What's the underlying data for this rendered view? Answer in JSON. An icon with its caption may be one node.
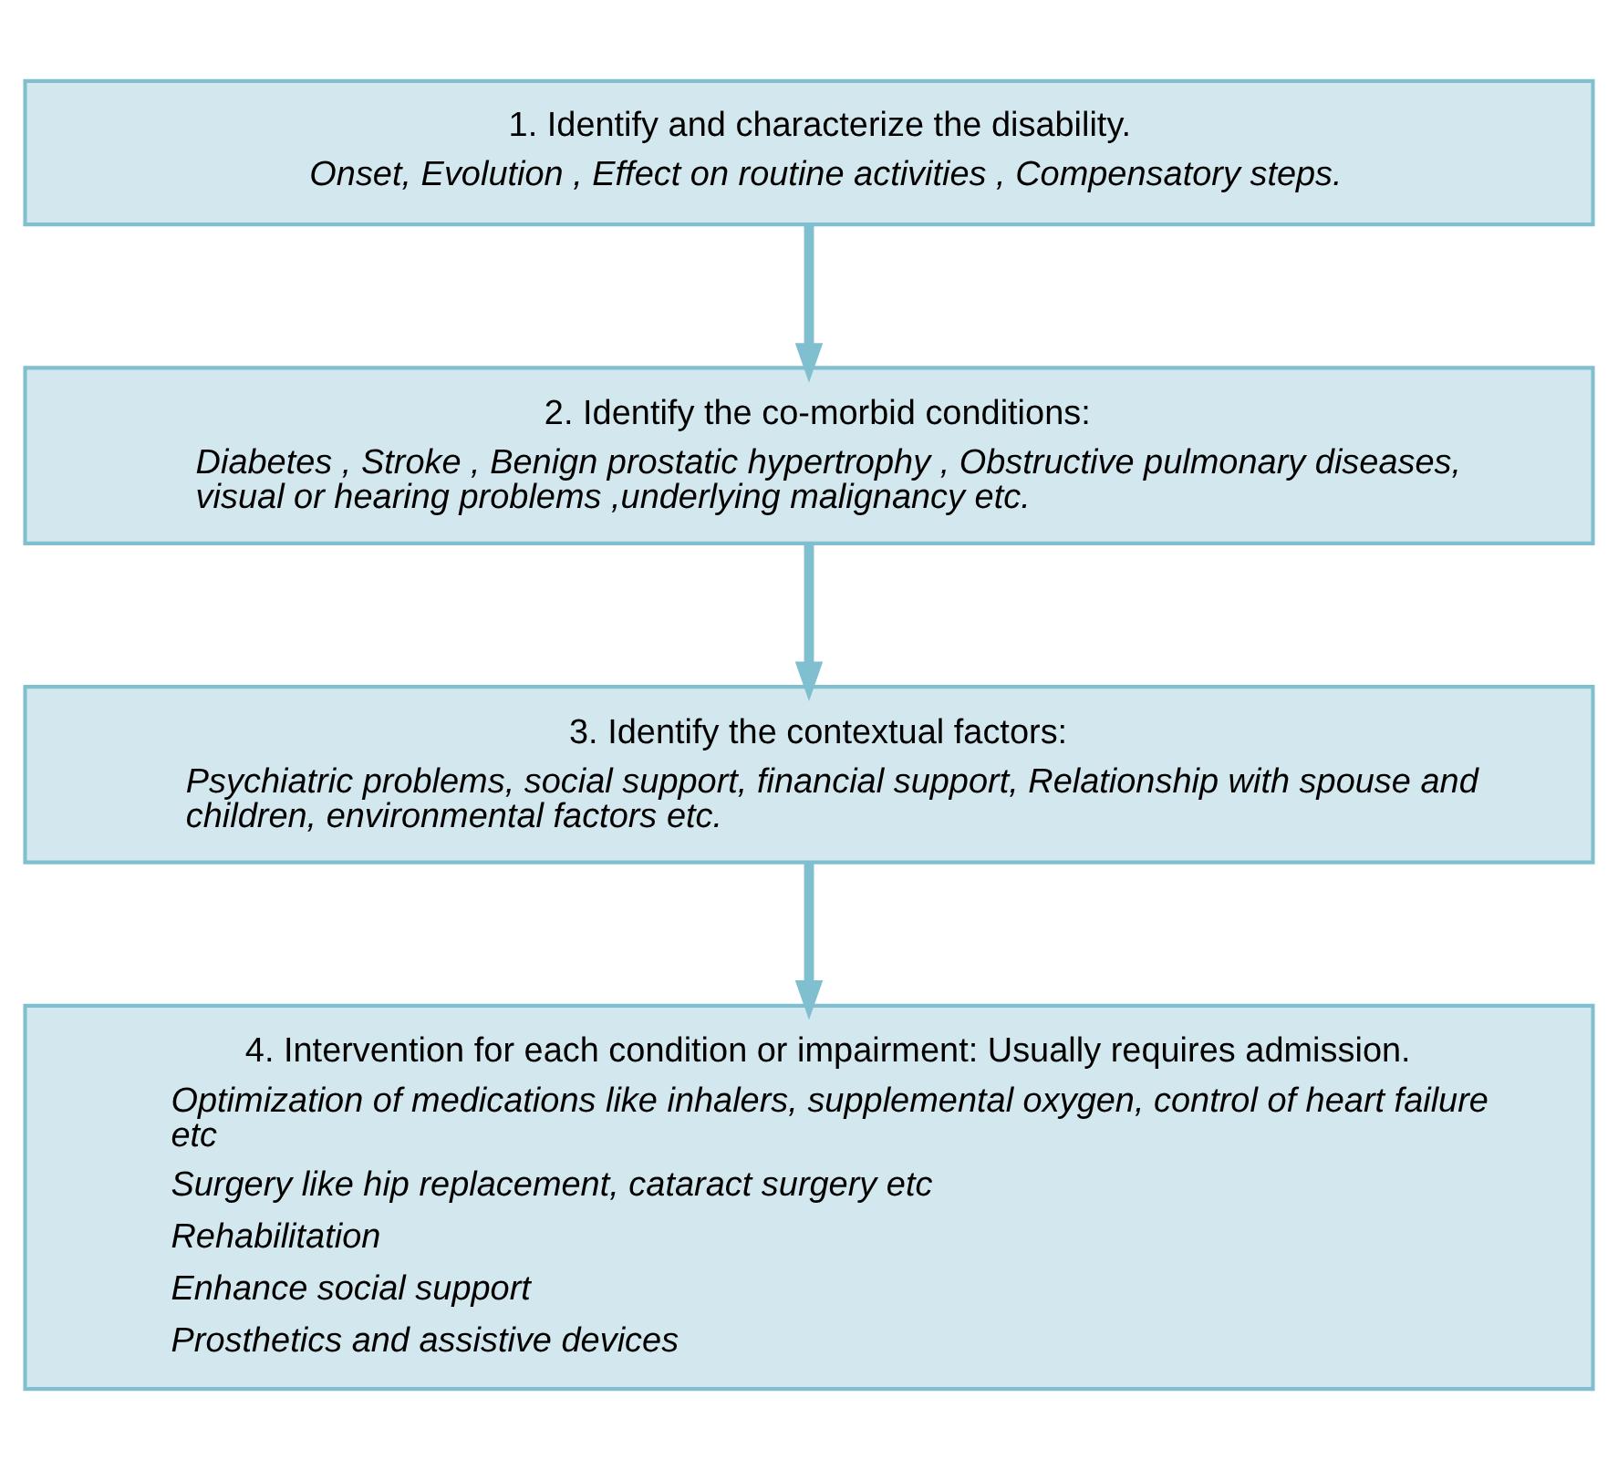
{
  "diagram": {
    "nodes": [
      {
        "text": [
          "1. Identify and characterize the disability.",
          "Onset, Evolution , Effect on routine activities , Compensatory steps."
        ]
      },
      {
        "text": [
          "2. Identify the co-morbid conditions:",
          "Diabetes , Stroke , Benign prostatic hypertrophy , Obstructive pulmonary diseases, visual or hearing problems ,underlying malignancy etc."
        ]
      },
      {
        "text": [
          "3. Identify the contextual factors:",
          "Psychiatric problems, social support, financial support, Relationship with spouse and children, environmental factors etc."
        ]
      },
      {
        "text": [
          "4. Intervention for each condition or impairment: Usually requires admission.",
          "Optimization of medications like inhalers, supplemental oxygen, control of heart failure etc",
          "Surgery like hip replacement, cataract surgery etc",
          "Rehabilitation",
          "Enhance social support",
          "Prosthetics and assistive devices"
        ]
      }
    ],
    "edges": [
      {
        "from": 0,
        "to": 1,
        "arrow": "to"
      },
      {
        "from": 1,
        "to": 2,
        "arrow": "to"
      },
      {
        "from": 2,
        "to": 3,
        "arrow": "to"
      }
    ]
  }
}
